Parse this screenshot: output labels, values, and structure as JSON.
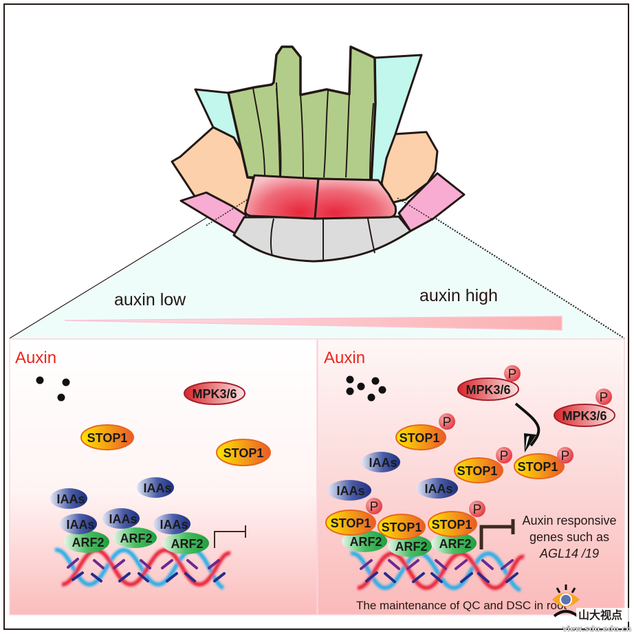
{
  "figure": {
    "gradient_labels": {
      "low": "auxin low",
      "high": "auxin high"
    },
    "left_panel": {
      "title": "Auxin",
      "mpk": "MPK3/6",
      "stop1": [
        "STOP1",
        "STOP1"
      ],
      "iaas": [
        "IAAs",
        "IAAs",
        "IAAs",
        "IAAs",
        "IAAs"
      ],
      "arf2": [
        "ARF2",
        "ARF2",
        "ARF2"
      ]
    },
    "right_panel": {
      "title": "Auxin",
      "mpk": [
        "MPK3/6",
        "MPK3/6"
      ],
      "phospho": "P",
      "stop1_free": [
        "STOP1",
        "STOP1",
        "STOP1"
      ],
      "iaas": [
        "IAAs",
        "IAAs",
        "IAAs"
      ],
      "stop1_bound": [
        "STOP1",
        "STOP1",
        "STOP1"
      ],
      "arf2": [
        "ARF2",
        "ARF2",
        "ARF2"
      ],
      "target_genes_line1": "Auxin responsive",
      "target_genes_line2": "genes such as",
      "target_genes_line3": "AGL14 /19",
      "caption": "The maintenance of QC and DSC in root"
    },
    "watermark": {
      "brand": "山大视点",
      "url": "view.sdu.edu.cn"
    },
    "colors": {
      "title_red": "#e8261c",
      "stele_green": "#b2cd8a",
      "endodermis_cyan": "#c1f7ec",
      "cortex_peach": "#fcd0aa",
      "epidermis_pink": "#f9acd2",
      "columella_gray": "#dcdcdc",
      "qc_red": "#e8273c",
      "arf2_green": "#2fae4e",
      "iaas_blue": "#2c3f8e",
      "stop1_orange": "#f29a1e"
    }
  }
}
